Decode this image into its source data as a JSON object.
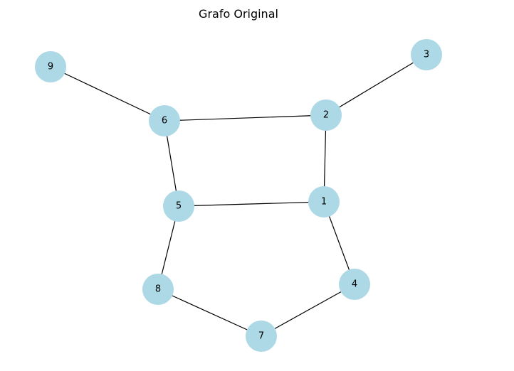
{
  "title": "Grafo Original",
  "colors": {
    "node_fill": "#add8e6",
    "edge": "#000000",
    "label": "#000000"
  },
  "graph": {
    "nodes": [
      {
        "id": "1",
        "label": "1"
      },
      {
        "id": "2",
        "label": "2"
      },
      {
        "id": "3",
        "label": "3"
      },
      {
        "id": "4",
        "label": "4"
      },
      {
        "id": "5",
        "label": "5"
      },
      {
        "id": "6",
        "label": "6"
      },
      {
        "id": "7",
        "label": "7"
      },
      {
        "id": "8",
        "label": "8"
      },
      {
        "id": "9",
        "label": "9"
      }
    ],
    "edges": [
      [
        "9",
        "6"
      ],
      [
        "6",
        "2"
      ],
      [
        "2",
        "3"
      ],
      [
        "2",
        "1"
      ],
      [
        "6",
        "5"
      ],
      [
        "5",
        "1"
      ],
      [
        "1",
        "4"
      ],
      [
        "5",
        "8"
      ],
      [
        "8",
        "7"
      ],
      [
        "7",
        "4"
      ]
    ]
  }
}
